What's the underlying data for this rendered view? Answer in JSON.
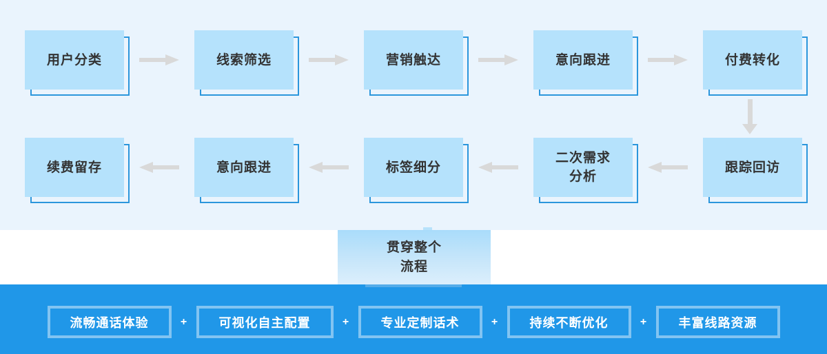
{
  "palette": {
    "background_light": "#EAF4FD",
    "flow_box_fill": "#B5E2FC",
    "flow_box_outline": "#2B96DC",
    "arrow_gray": "#D9D9D9",
    "text_dark": "#333333",
    "banner_background": "#2097E8",
    "banner_box_border": "#82C4F2",
    "banner_text": "#FFFFFF",
    "bridge_gradient_top": "#A9DCFB",
    "bridge_gradient_bottom": "#DCEFFC"
  },
  "flow": {
    "row1": [
      {
        "label": "用户分类"
      },
      {
        "label": "线索筛选"
      },
      {
        "label": "营销触达"
      },
      {
        "label": "意向跟进"
      },
      {
        "label": "付费转化"
      }
    ],
    "row2": [
      {
        "label": "续费留存"
      },
      {
        "label": "意向跟进"
      },
      {
        "label": "标签细分"
      },
      {
        "label": "二次需求\n分析"
      },
      {
        "label": "跟踪回访"
      }
    ]
  },
  "bridge": {
    "label": "贯穿整个\n流程"
  },
  "banner": {
    "separator": "+",
    "items": [
      {
        "label": "流畅通话体验"
      },
      {
        "label": "可视化自主配置"
      },
      {
        "label": "专业定制话术"
      },
      {
        "label": "持续不断优化"
      },
      {
        "label": "丰富线路资源"
      }
    ]
  }
}
